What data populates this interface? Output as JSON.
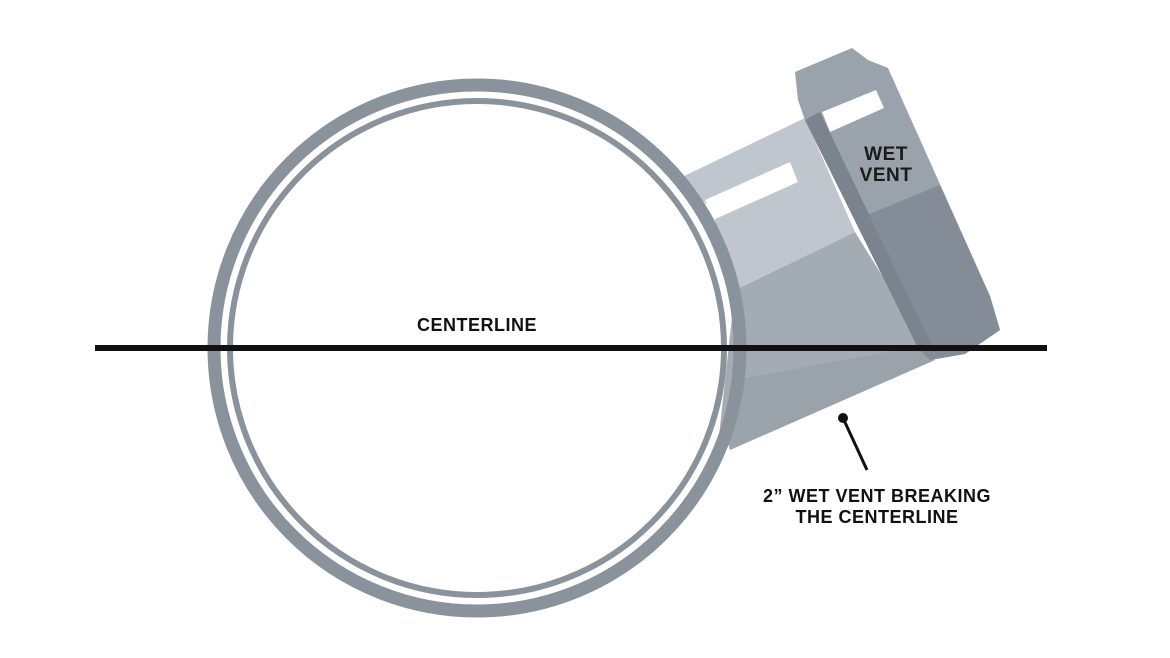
{
  "labels": {
    "wet_vent_line1": "WET",
    "wet_vent_line2": "VENT",
    "centerline": "CENTERLINE",
    "callout_line1": "2” WET VENT BREAKING",
    "callout_line2": "THE CENTERLINE"
  },
  "colors": {
    "pipe_ring": "#8a939c",
    "pipe_light": "#bfc6cd",
    "pipe_mid": "#a3abb3",
    "hub_light": "#9aa3ac",
    "hub_dark": "#848d97",
    "line": "#111111",
    "background": "#ffffff"
  }
}
